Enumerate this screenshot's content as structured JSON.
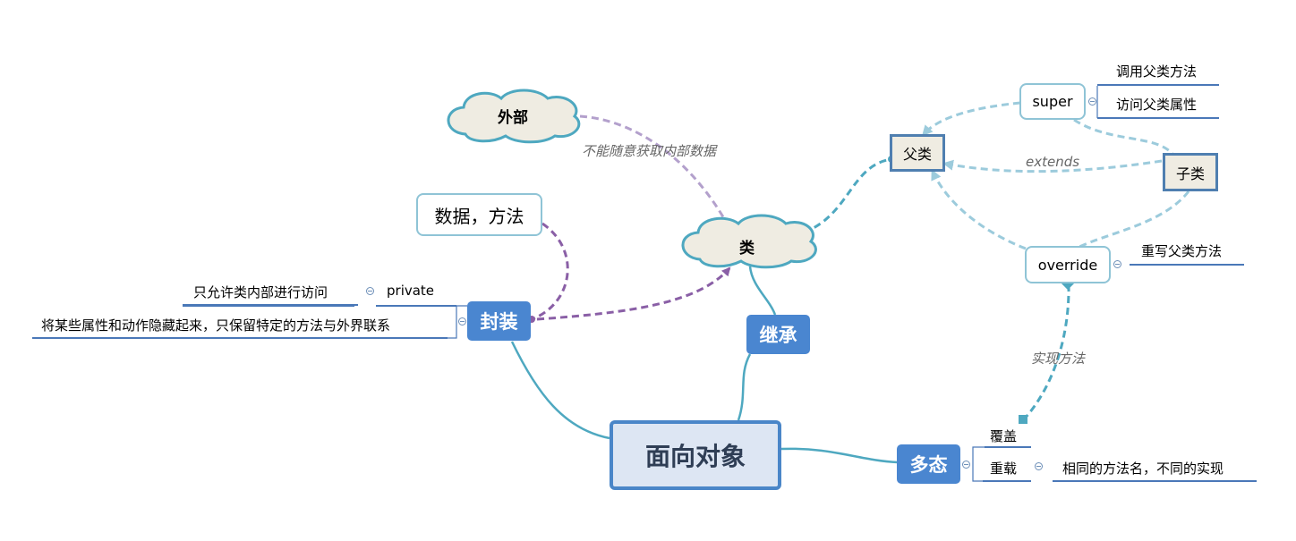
{
  "root": "面向对象",
  "branches": {
    "encapsulation": {
      "label": "封装",
      "private": "private",
      "private_desc": "只允许类内部进行访问",
      "description": "将某些属性和动作隐藏起来，只保留特定的方法与外界联系"
    },
    "inheritance": {
      "label": "继承"
    },
    "polymorphism": {
      "label": "多态",
      "override": "覆盖",
      "overload": "重载",
      "overload_desc": "相同的方法名，不同的实现"
    }
  },
  "floating": {
    "external": "外部",
    "class": "类",
    "data_method": "数据，方法",
    "parent": "父类",
    "child": "子类",
    "super": "super",
    "super_call": "调用父类方法",
    "super_access": "访问父类属性",
    "override_box": "override",
    "override_desc": "重写父类方法"
  },
  "relations": {
    "external_to_class": "不能随意获取内部数据",
    "extends": "extends",
    "implement": "实现方法"
  },
  "colors": {
    "topic_blue": "#4a86d0",
    "teal_line": "#4ea8c0",
    "purple_line": "#8a5fa6",
    "lavender_line": "#b3a0cc",
    "light_blue_line": "#9ccbdc",
    "underline": "#4a78b8"
  }
}
